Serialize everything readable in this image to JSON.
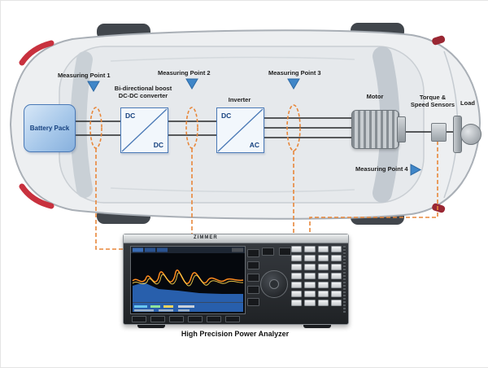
{
  "diagram": {
    "measuring_points": [
      {
        "label": "Measuring Point 1"
      },
      {
        "label": "Measuring Point 2"
      },
      {
        "label": "Measuring Point 3"
      },
      {
        "label": "Measuring Point 4"
      }
    ],
    "components": {
      "battery": {
        "label": "Battery Pack"
      },
      "dcdc": {
        "title_line1": "Bi-directional boost",
        "title_line2": "DC-DC converter",
        "input_label": "DC",
        "output_label": "DC"
      },
      "inverter": {
        "title": "Inverter",
        "input_label": "DC",
        "output_label": "AC"
      },
      "motor": {
        "label": "Motor"
      },
      "sensors": {
        "title_line1": "Torque &",
        "title_line2": "Speed Sensors"
      },
      "load": {
        "label": "Load"
      }
    },
    "analyzer": {
      "brand": "ZIMMER",
      "caption": "High Precision Power Analyzer"
    }
  },
  "colors": {
    "accent_orange": "#E8873A",
    "component_border_blue": "#4A79B6",
    "component_fill_blue": "#A7C8EA",
    "marker_blue": "#3F86C8",
    "tail_light_red": "#C8313E"
  }
}
